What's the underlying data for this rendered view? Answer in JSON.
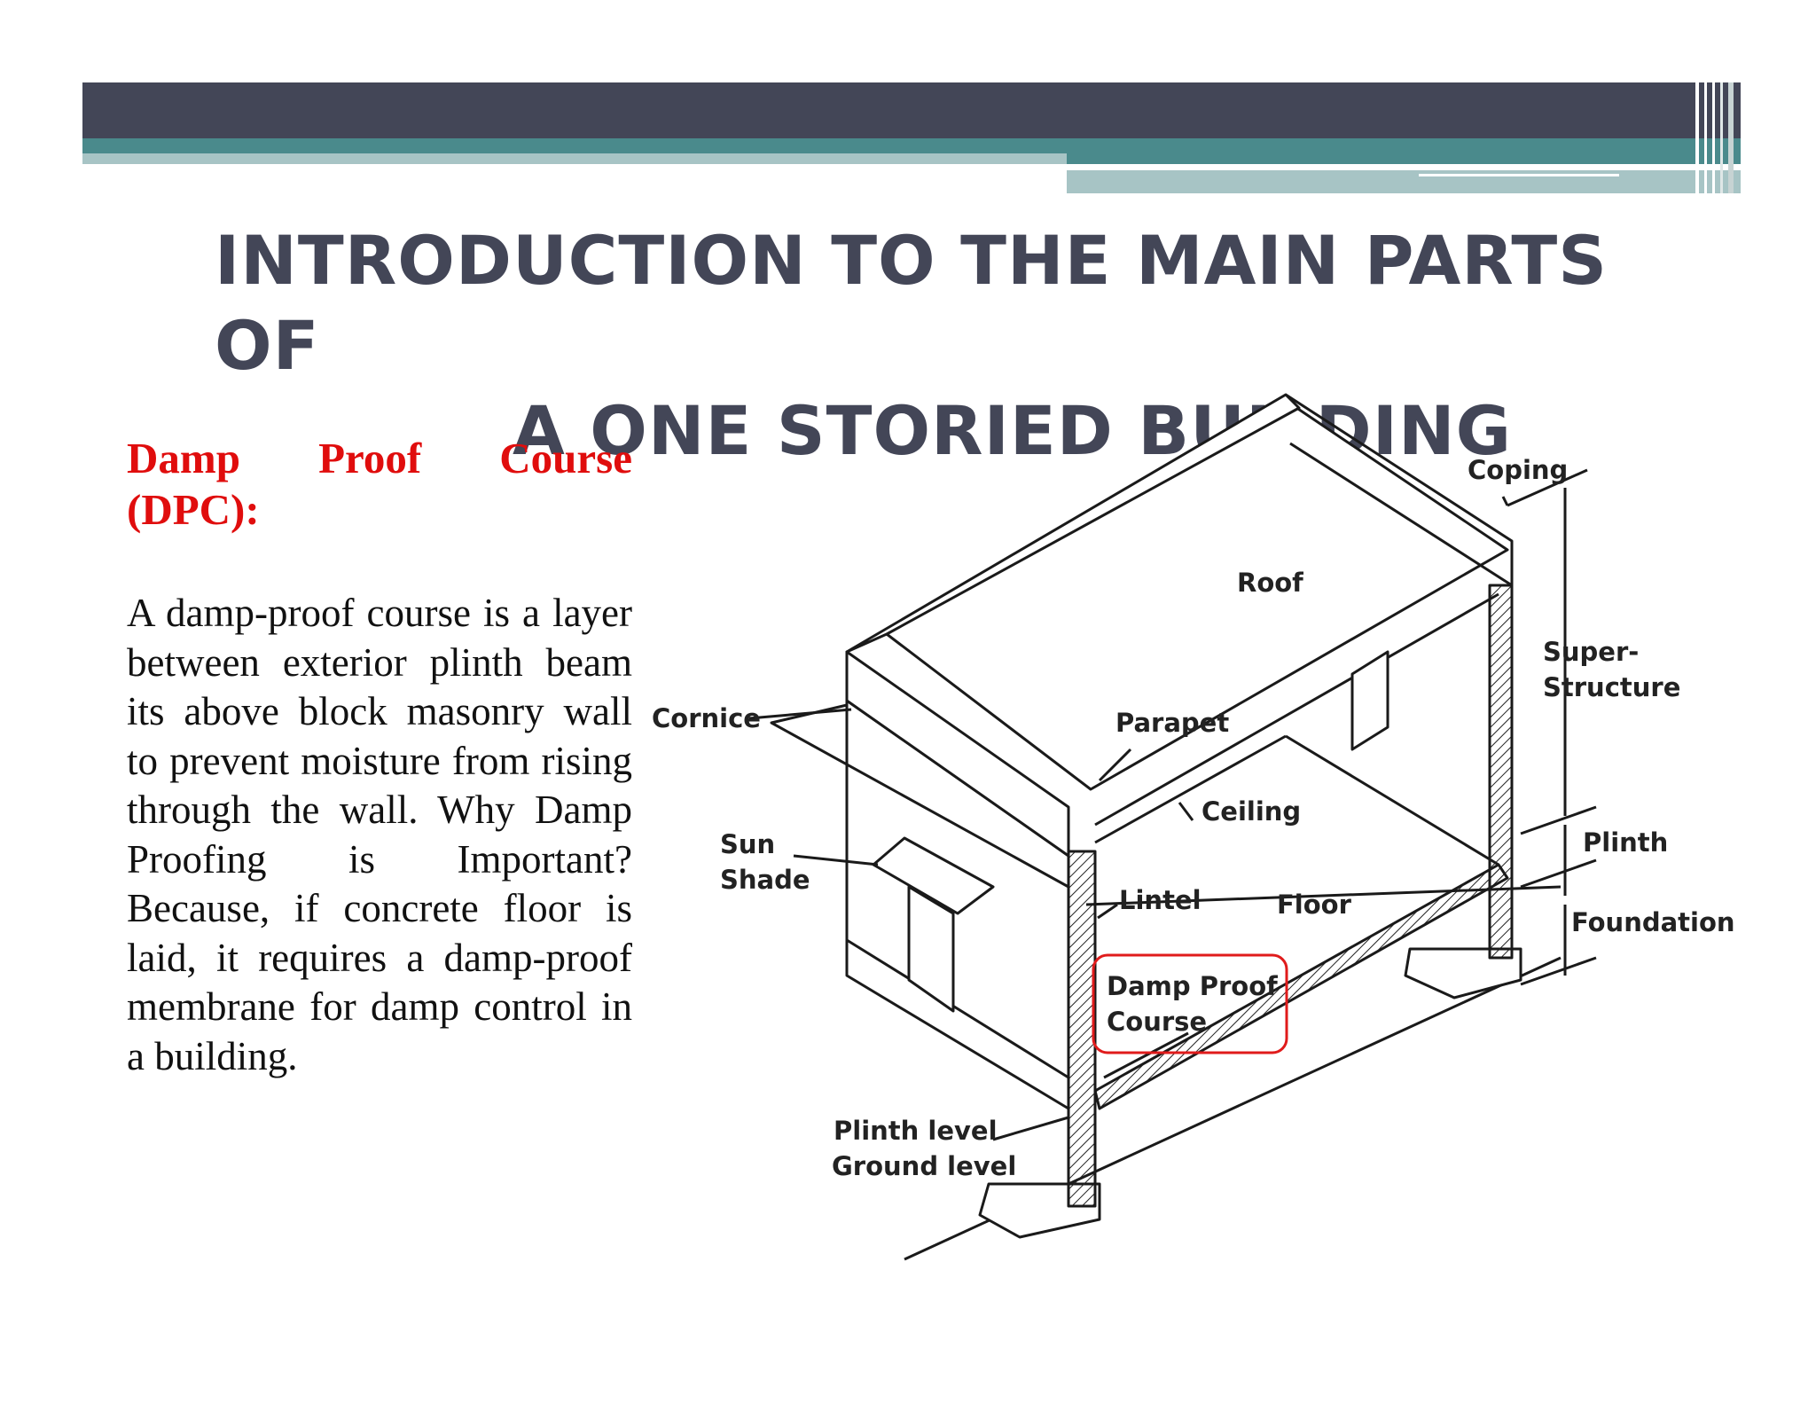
{
  "slide": {
    "title_line1": "INTRODUCTION TO THE MAIN PARTS OF",
    "title_line2": "A  ONE STORIED BUILDING",
    "section_heading": "Damp Proof Course (DPC):",
    "body": "A damp-proof course is a layer between exterior plinth beam its above block masonry wall to prevent moisture from rising through the wall. Why Damp Proofing is Important? Because, if concrete floor is laid, it requires a damp-proof membrane for damp control in a building."
  },
  "diagram": {
    "labels": {
      "coping": "Coping",
      "roof": "Roof",
      "super": "Super-",
      "structure": "Structure",
      "cornice": "Cornice",
      "parapet": "Parapet",
      "ceiling": "Ceiling",
      "sun": "Sun",
      "shade": "Shade",
      "plinth": "Plinth",
      "lintel": "Lintel",
      "floor": "Floor",
      "foundation": "Foundation",
      "damp_proof": "Damp Proof",
      "course": "Course",
      "plinth_level": "Plinth level",
      "ground_level": "Ground level"
    },
    "colors": {
      "highlight": "#e01b1b",
      "banner_dark": "#434657",
      "banner_teal": "#4a8a8c",
      "banner_light": "#a7c4c5"
    }
  }
}
